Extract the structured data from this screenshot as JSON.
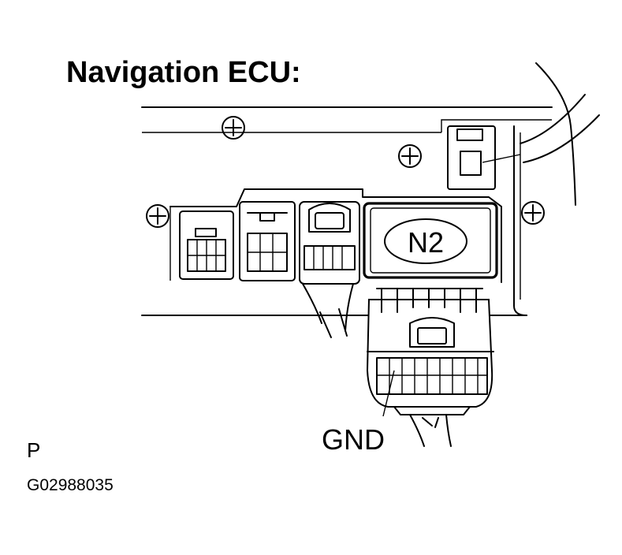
{
  "title": "Navigation ECU:",
  "connector_label": "N2",
  "terminal_label": "GND",
  "corner_code": "P",
  "figure_id": "G02988035",
  "icons": [
    "screw-icon",
    "connector-icon",
    "wire-harness-icon"
  ]
}
